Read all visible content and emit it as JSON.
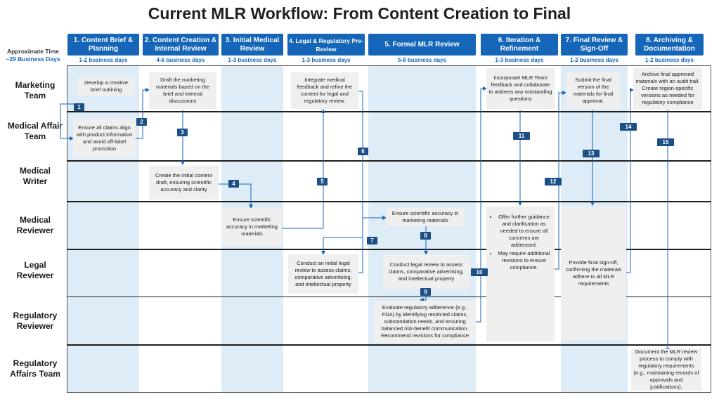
{
  "title": "Current MLR Workflow: From Content Creation to Final",
  "approx_time": {
    "line1": "Approximate Time",
    "line2": "~29 Business Days"
  },
  "phases": [
    {
      "label": "1. Content Brief & Planning",
      "duration": "1-2 business days"
    },
    {
      "label": "2. Content Creation & Internal Review",
      "duration": "4-6 business days"
    },
    {
      "label": "3. Initial Medical Review",
      "duration": "1-3 business days"
    },
    {
      "label": "4. Legal & Regulatory Pre-Review",
      "duration": "1-3 business days"
    },
    {
      "label": "5. Formal MLR Review",
      "duration": "5-8 business days"
    },
    {
      "label": "6. Iteration & Refinement",
      "duration": "1-3 business days"
    },
    {
      "label": "7. Final Review & Sign-Off",
      "duration": "1-2 business days"
    },
    {
      "label": "8. Archiving & Documentation",
      "duration": "1-2 business days"
    }
  ],
  "lanes": [
    "Marketing Team",
    "Medical Affair Team",
    "Medical Writer",
    "Medical Reviewer",
    "Legal Reviewer",
    "Regulatory Reviewer",
    "Regulatory Affairs Team"
  ],
  "boxes": {
    "b1": "Develop a creative brief outlining",
    "b2": "Ensure all claims align with product information and avoid off-label promotion",
    "b3": "Draft the marketing materials based on the brief and internal discussions",
    "b4": "Create the initial content draft, ensuring scientific accuracy and clarity",
    "b5": "Ensure scientific accuracy in marketing materials",
    "b6": "Integrate medical feedback and refine the content for legal and regulatory review.",
    "b7": "Conduct an initial legal review to assess claims, comparative advertising, and intellectual property",
    "b8": "Ensure scientific accuracy in marketing materials",
    "b9": "Conduct legal review to assess claims, comparative advertising, and intellectual property",
    "b10": "Evaluate regulatory adherence (e.g., FDA) by identifying restricted claims, substantiation needs, and ensuring balanced risk-benefit communication. Recommend revisions for compliance",
    "b11": "Incorporate MLR Team feedback and collaborate to address any outstanding questions",
    "b12_bullets": [
      "Offer further guidance and clarification as needed to ensure all concerns are addressed.",
      "May require additional revisions to ensure compliance."
    ],
    "b13": "Submit the final version of the materials for final approval.",
    "b14": "Provide final sign-off, confirming the materials adhere to all MLR requirements",
    "b15": "Archive final approved materials with an audit trail. Create region-specific versions as needed for regulatory compliance",
    "b16": "Document the MLR review process to comply with regulatory requirements (e.g., maintaining records of approvals and justifications)."
  },
  "steps": [
    "1",
    "2",
    "3",
    "4",
    "5",
    "6",
    "7",
    "8",
    "9",
    "10",
    "11",
    "12",
    "13",
    "14",
    "15"
  ],
  "colors": {
    "phase_header": "#1565b8",
    "step_badge": "#1b4f86",
    "column_tint": "#ddecf7",
    "box_fill": "#efefef",
    "arrow": "#1565b8"
  }
}
